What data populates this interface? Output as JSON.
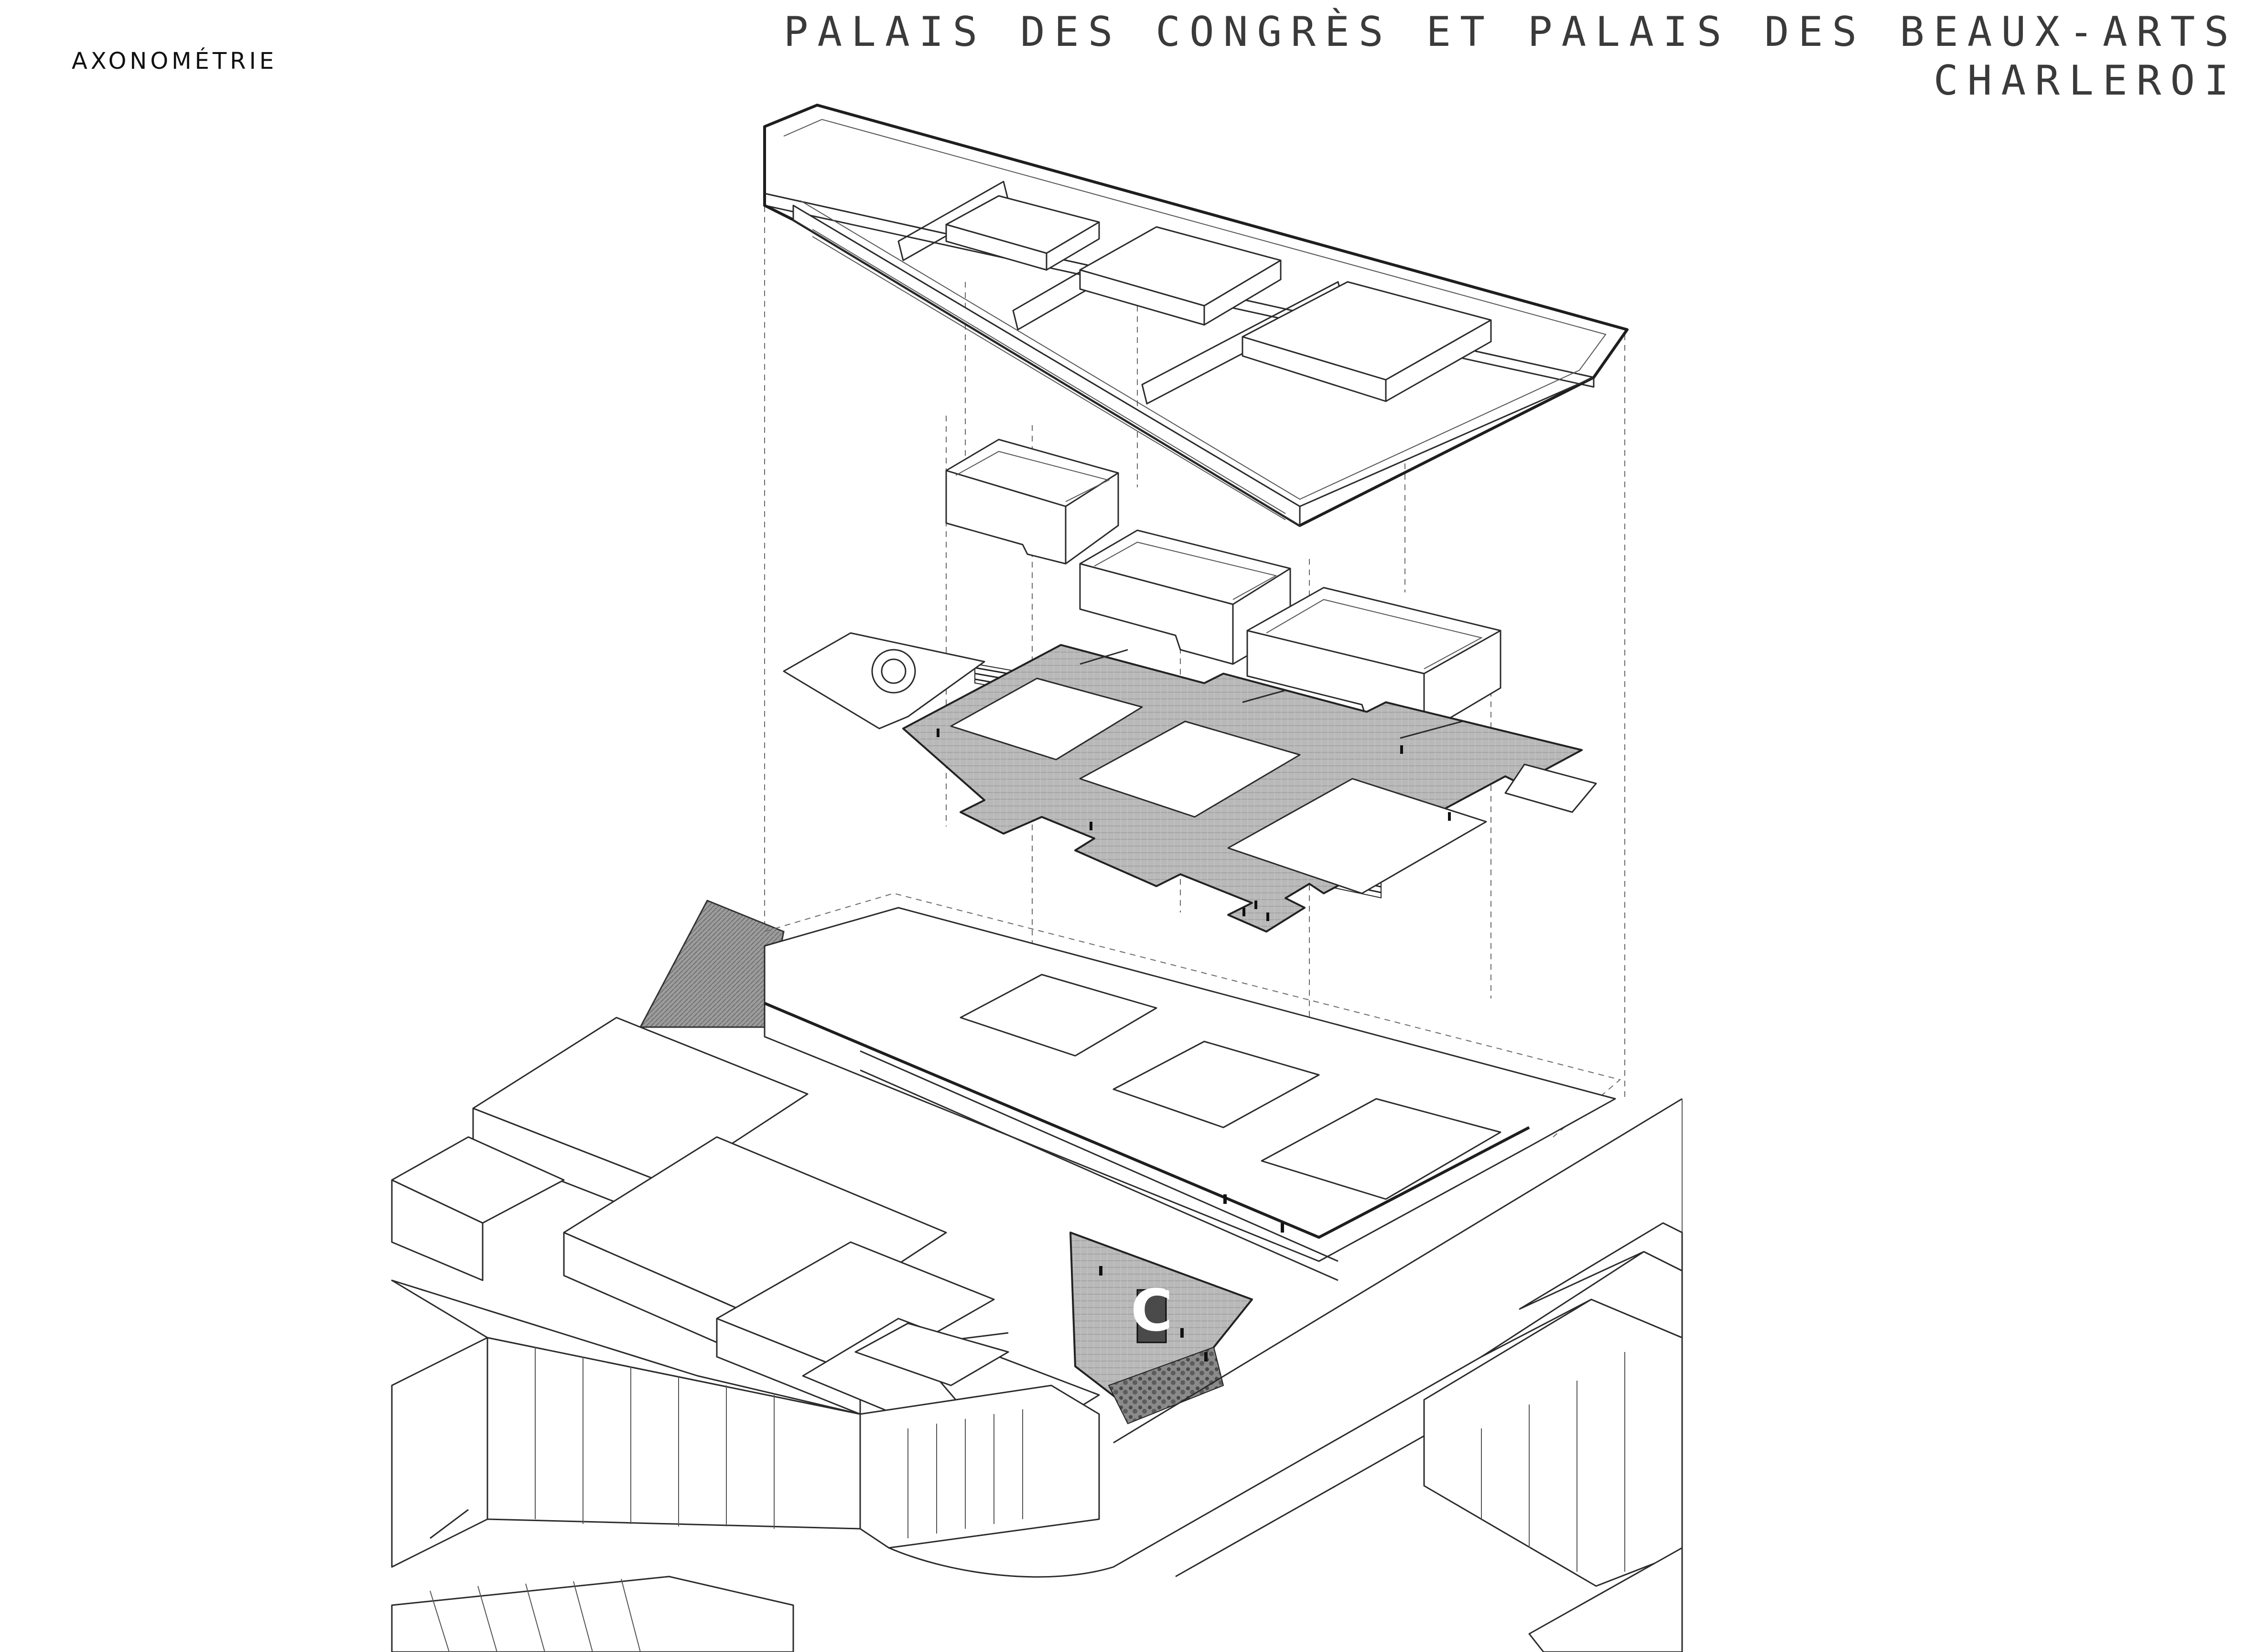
{
  "sheet": {
    "label": "AXONOMÉTRIE",
    "title_line1": "PALAIS DES CONGRÈS ET PALAIS DES BEAUX-ARTS",
    "title_line2": "CHARLEROI"
  },
  "building_sign": "C"
}
